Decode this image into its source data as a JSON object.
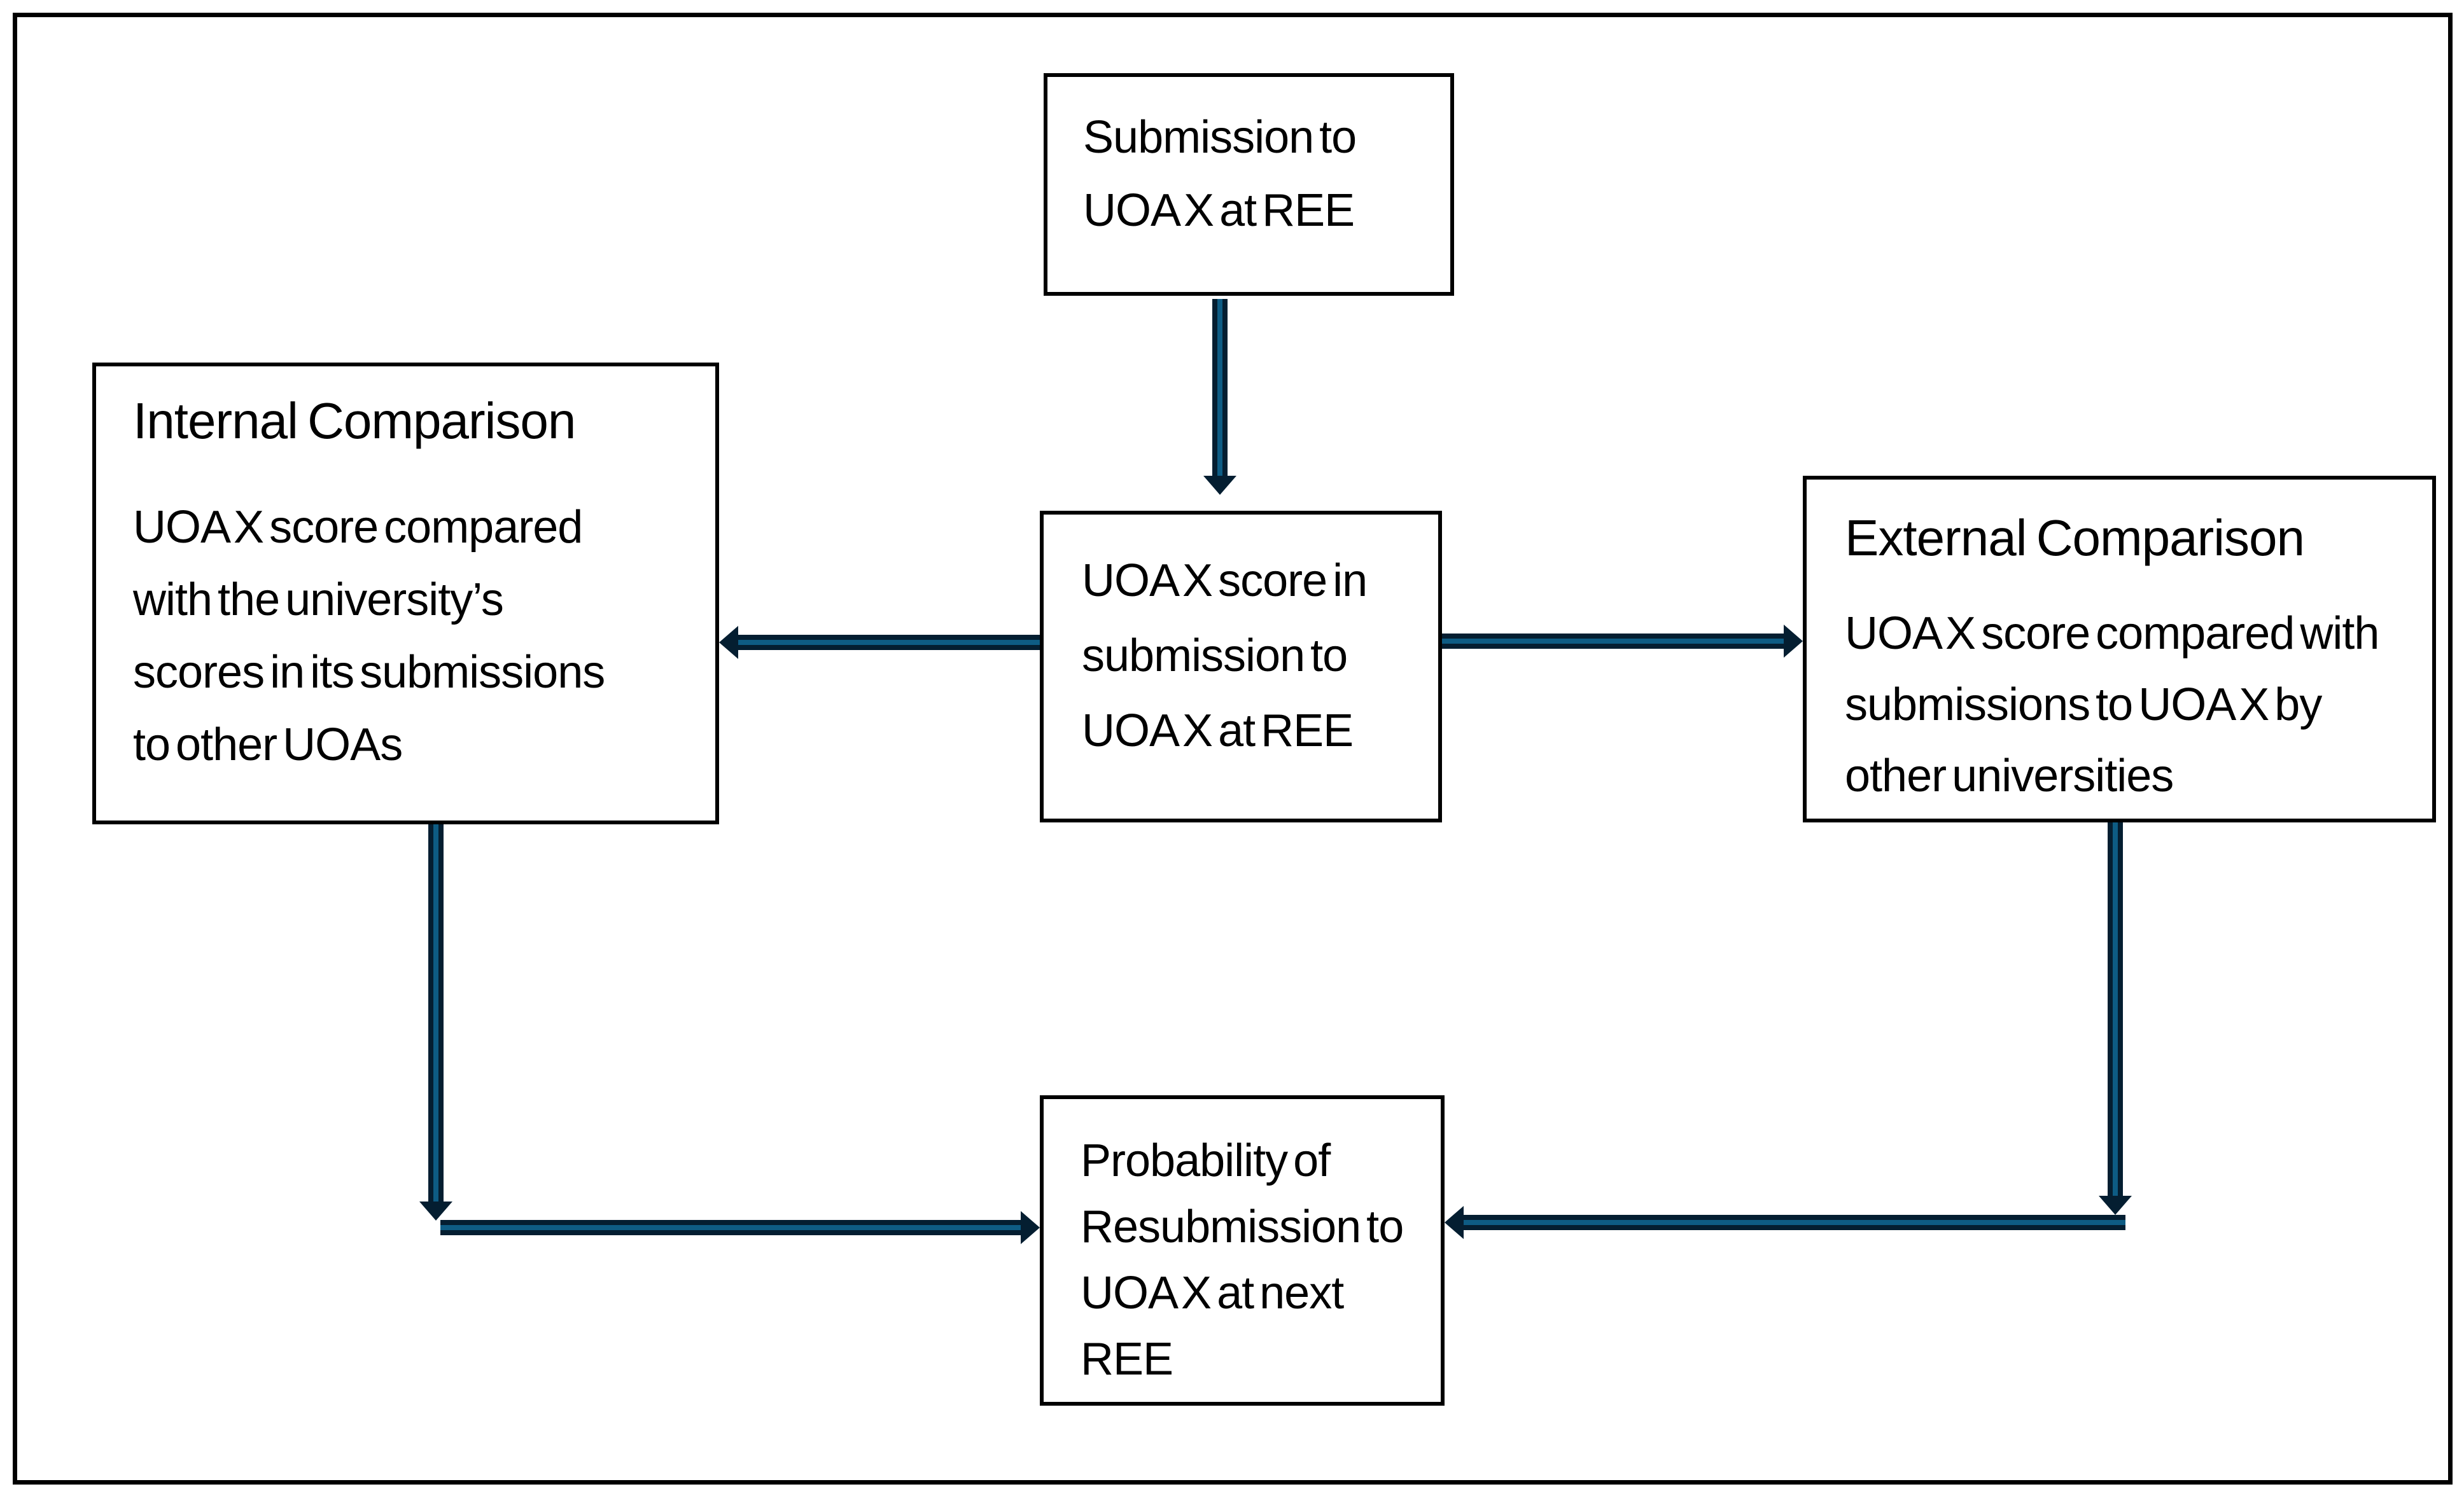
{
  "diagram": {
    "boxes": {
      "submission": {
        "lines": [
          "Submission to",
          "UOA X at REE"
        ]
      },
      "score": {
        "lines": [
          "UOA X score in",
          "submission to",
          "UOA X at REE"
        ]
      },
      "internal": {
        "heading": "Internal Comparison",
        "lines": [
          "UOA X score compared",
          "with the university’s",
          "scores in its submissions",
          "to other UOAs"
        ]
      },
      "external": {
        "heading": "External Comparison",
        "lines": [
          "UOA X score compared with",
          "submissions to UOA X by",
          "other universities"
        ]
      },
      "probability": {
        "lines": [
          "Probability of",
          "Resubmission to",
          "UOA X at next",
          "REE"
        ]
      }
    },
    "arrows": [
      {
        "from": "submission",
        "to": "score",
        "direction": "down"
      },
      {
        "from": "score",
        "to": "internal",
        "direction": "left"
      },
      {
        "from": "score",
        "to": "external",
        "direction": "right"
      },
      {
        "from": "internal",
        "to": "probability",
        "direction": "down-then-right"
      },
      {
        "from": "external",
        "to": "probability",
        "direction": "down-then-left"
      }
    ],
    "colors": {
      "arrow_outline": "#041E31",
      "arrow_fill": "#0E5C84",
      "box_border": "#000000",
      "text": "#000000",
      "background": "#FFFFFF"
    }
  }
}
